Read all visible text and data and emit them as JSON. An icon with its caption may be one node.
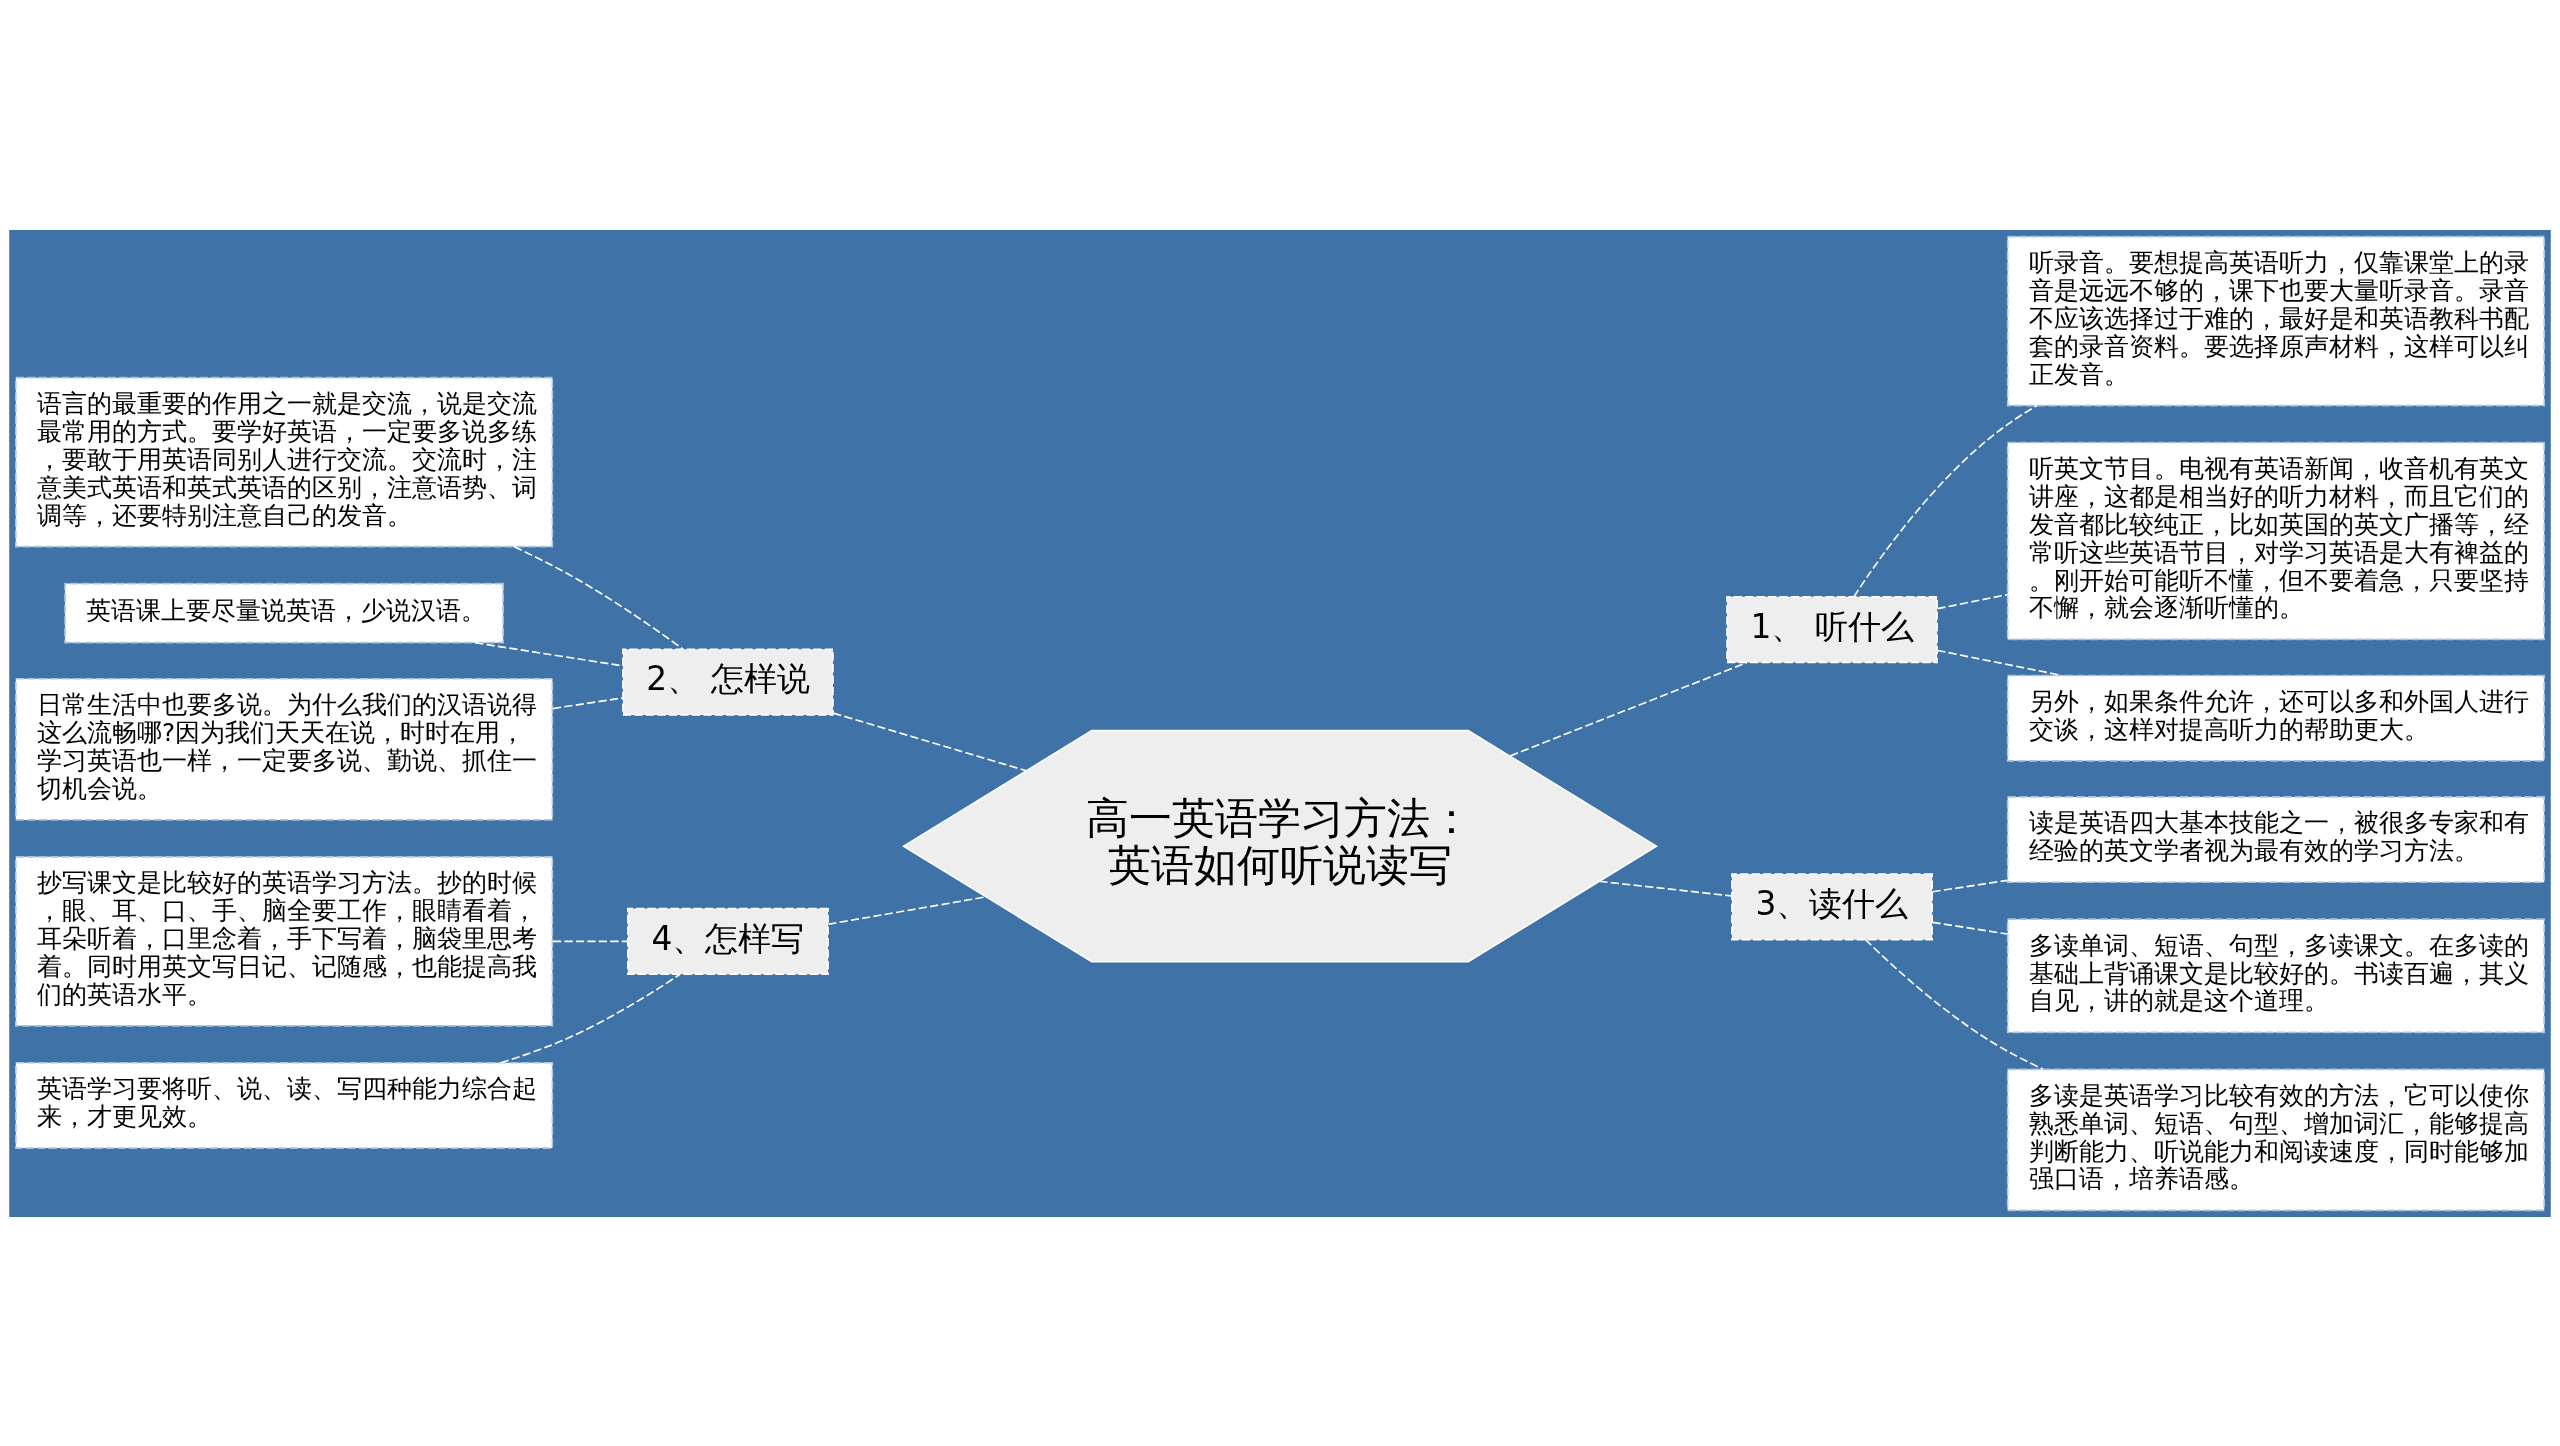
{
  "diagram": {
    "nodes": [
      {
        "text": [
          "高一英语学习方法：英语如何听说读写"
        ]
      },
      {
        "text": [
          "1、 听什么"
        ]
      },
      {
        "text": [
          "听录音。要想提高英语听力，仅靠课堂上的录音是远远不够的，课下也要大量听录音。录音不应该选择过于难的，最好是和英语教科书配套的录音资料。要选择原声材料，这样可以纠正发音。"
        ]
      },
      {
        "text": [
          "听英文节目。电视有英语新闻，收音机有英文讲座，这都是相当好的听力材料，而且它们的发音都比较纯正，比如英国的英文广播等，经常听这些英语节目，对学习英语是大有裨益的。刚开始可能听不懂，但不要着急，只要坚持不懈，就会逐渐听懂的。"
        ]
      },
      {
        "text": [
          "另外，如果条件允许，还可以多和外国人进行交谈，这样对提高听力的帮助更大。"
        ]
      },
      {
        "text": [
          "2、 怎样说"
        ]
      },
      {
        "text": [
          "语言的最重要的作用之一就是交流，说是交流最常用的方式。要学好英语，一定要多说多练，要敢于用英语同别人进行交流。交流时，注意美式英语和英式英语的区别，注意语势、词调等，还要特别注意自己的发音。"
        ]
      },
      {
        "text": [
          "英语课上要尽量说英语，少说汉语。"
        ]
      },
      {
        "text": [
          "日常生活中也要多说。为什么我们的汉语说得这么流畅哪?因为我们天天在说，时时在用，学习英语也一样，一定要多说、勤说、抓住一切机会说。"
        ]
      },
      {
        "text": [
          "3、读什么"
        ]
      },
      {
        "text": [
          "读是英语四大基本技能之一，被很多专家和有经验的英文学者视为最有效的学习方法。"
        ]
      },
      {
        "text": [
          "多读单词、短语、句型，多读课文。在多读的基础上背诵课文是比较好的。书读百遍，其义自见，讲的就是这个道理。"
        ]
      },
      {
        "text": [
          "多读是英语学习比较有效的方法，它可以使你熟悉单词、短语、句型、增加词汇，能够提高判断能力、听说能力和阅读速度，同时能够加强口语，培养语感。"
        ]
      },
      {
        "text": [
          "4、怎样写"
        ]
      },
      {
        "text": [
          "抄写课文是比较好的英语学习方法。抄的时候，眼、耳、口、手、脑全要工作，眼睛看着，耳朵听着，口里念着，手下写着，脑袋里思考着。同时用英文写日记、记随感，也能提高我们的英语水平。"
        ]
      },
      {
        "text": [
          "英语学习要将听、说、读、写四种能力综合起来，才更见效。"
        ]
      }
    ],
    "edges": [
      {
        "from": 0,
        "to": 1,
        "arrow": "none",
        "style": "dashed"
      },
      {
        "from": 1,
        "to": 2,
        "arrow": "none",
        "style": "dashed"
      },
      {
        "from": 1,
        "to": 3,
        "arrow": "none",
        "style": "dashed"
      },
      {
        "from": 1,
        "to": 4,
        "arrow": "none",
        "style": "dashed"
      },
      {
        "from": 0,
        "to": 5,
        "arrow": "none",
        "style": "dashed"
      },
      {
        "from": 5,
        "to": 6,
        "arrow": "none",
        "style": "dashed"
      },
      {
        "from": 5,
        "to": 7,
        "arrow": "none",
        "style": "dashed"
      },
      {
        "from": 5,
        "to": 8,
        "arrow": "none",
        "style": "dashed"
      },
      {
        "from": 0,
        "to": 9,
        "arrow": "none",
        "style": "dashed"
      },
      {
        "from": 9,
        "to": 10,
        "arrow": "none",
        "style": "dashed"
      },
      {
        "from": 9,
        "to": 11,
        "arrow": "none",
        "style": "dashed"
      },
      {
        "from": 9,
        "to": 12,
        "arrow": "none",
        "style": "dashed"
      },
      {
        "from": 0,
        "to": 13,
        "arrow": "none",
        "style": "dashed"
      },
      {
        "from": 13,
        "to": 14,
        "arrow": "none",
        "style": "dashed"
      },
      {
        "from": 13,
        "to": 15,
        "arrow": "none",
        "style": "dashed"
      }
    ]
  }
}
